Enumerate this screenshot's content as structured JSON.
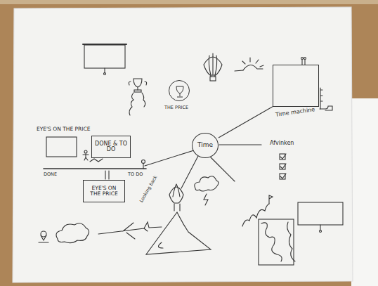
{
  "diagram": {
    "nodes": [
      {
        "text": [
          "Time"
        ]
      },
      {
        "text": [
          "THE PRICE"
        ]
      },
      {
        "text": [
          "Time machine"
        ]
      },
      {
        "text": [
          "DONE & TO DO"
        ]
      },
      {
        "text": [
          "EYE'S ON THE PRICE"
        ]
      }
    ],
    "edges": [
      {
        "from": 0,
        "to": 2,
        "arrow": "none"
      }
    ],
    "labels": [
      "EYE'S ON THE PRICE",
      "DONE",
      "TO DO",
      "Afvinken",
      "Looking back"
    ]
  }
}
